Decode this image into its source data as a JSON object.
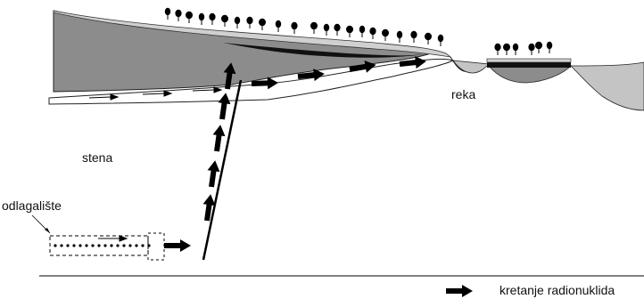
{
  "labels": {
    "river": "reka",
    "rock": "stena",
    "repository": "odlagalište",
    "legend": "kretanje radionuklida"
  },
  "colors": {
    "dark_layer": "#8c8c8c",
    "medium_layer": "#b0b0b0",
    "light_layer": "#c4c4c4",
    "outline": "#222222",
    "arrow": "#000000",
    "tree": "#000000"
  },
  "icons": {
    "arrow": "block-arrow-right",
    "tree": "tree-icon"
  }
}
